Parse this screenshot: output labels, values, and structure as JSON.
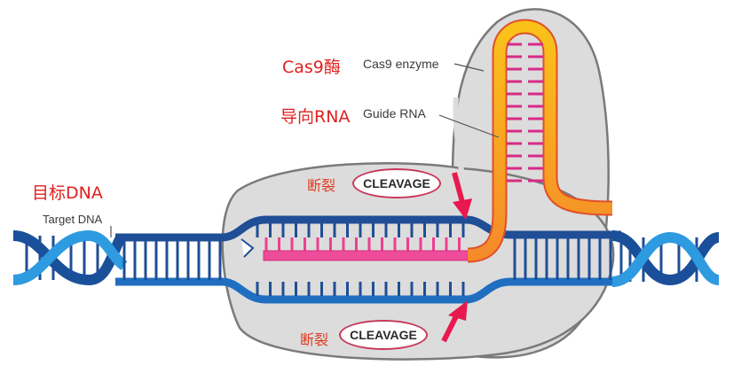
{
  "title": "CRISPR-Cas9 mechanism diagram",
  "labels": {
    "cas9": {
      "cn": "Cas9酶",
      "en": "Cas9 enzyme"
    },
    "guide_rna": {
      "cn": "导向RNA",
      "en": "Guide RNA"
    },
    "target_dna": {
      "cn": "目标DNA",
      "en": "Target DNA"
    },
    "cleavage_top": {
      "cn": "断裂",
      "en": "CLEAVAGE"
    },
    "cleavage_bottom": {
      "cn": "断裂",
      "en": "CLEAVAGE"
    }
  },
  "colors": {
    "enzyme_fill": "#d9d9d9",
    "enzyme_stroke": "#7a7a7a",
    "dna_dark": "#1f4e96",
    "dna_light": "#2a8fd6",
    "guide_rna_orange": "#f7a02a",
    "guide_rna_pink": "#ee4b9a",
    "arrow_red": "#e8194f",
    "label_red": "#e02020"
  }
}
